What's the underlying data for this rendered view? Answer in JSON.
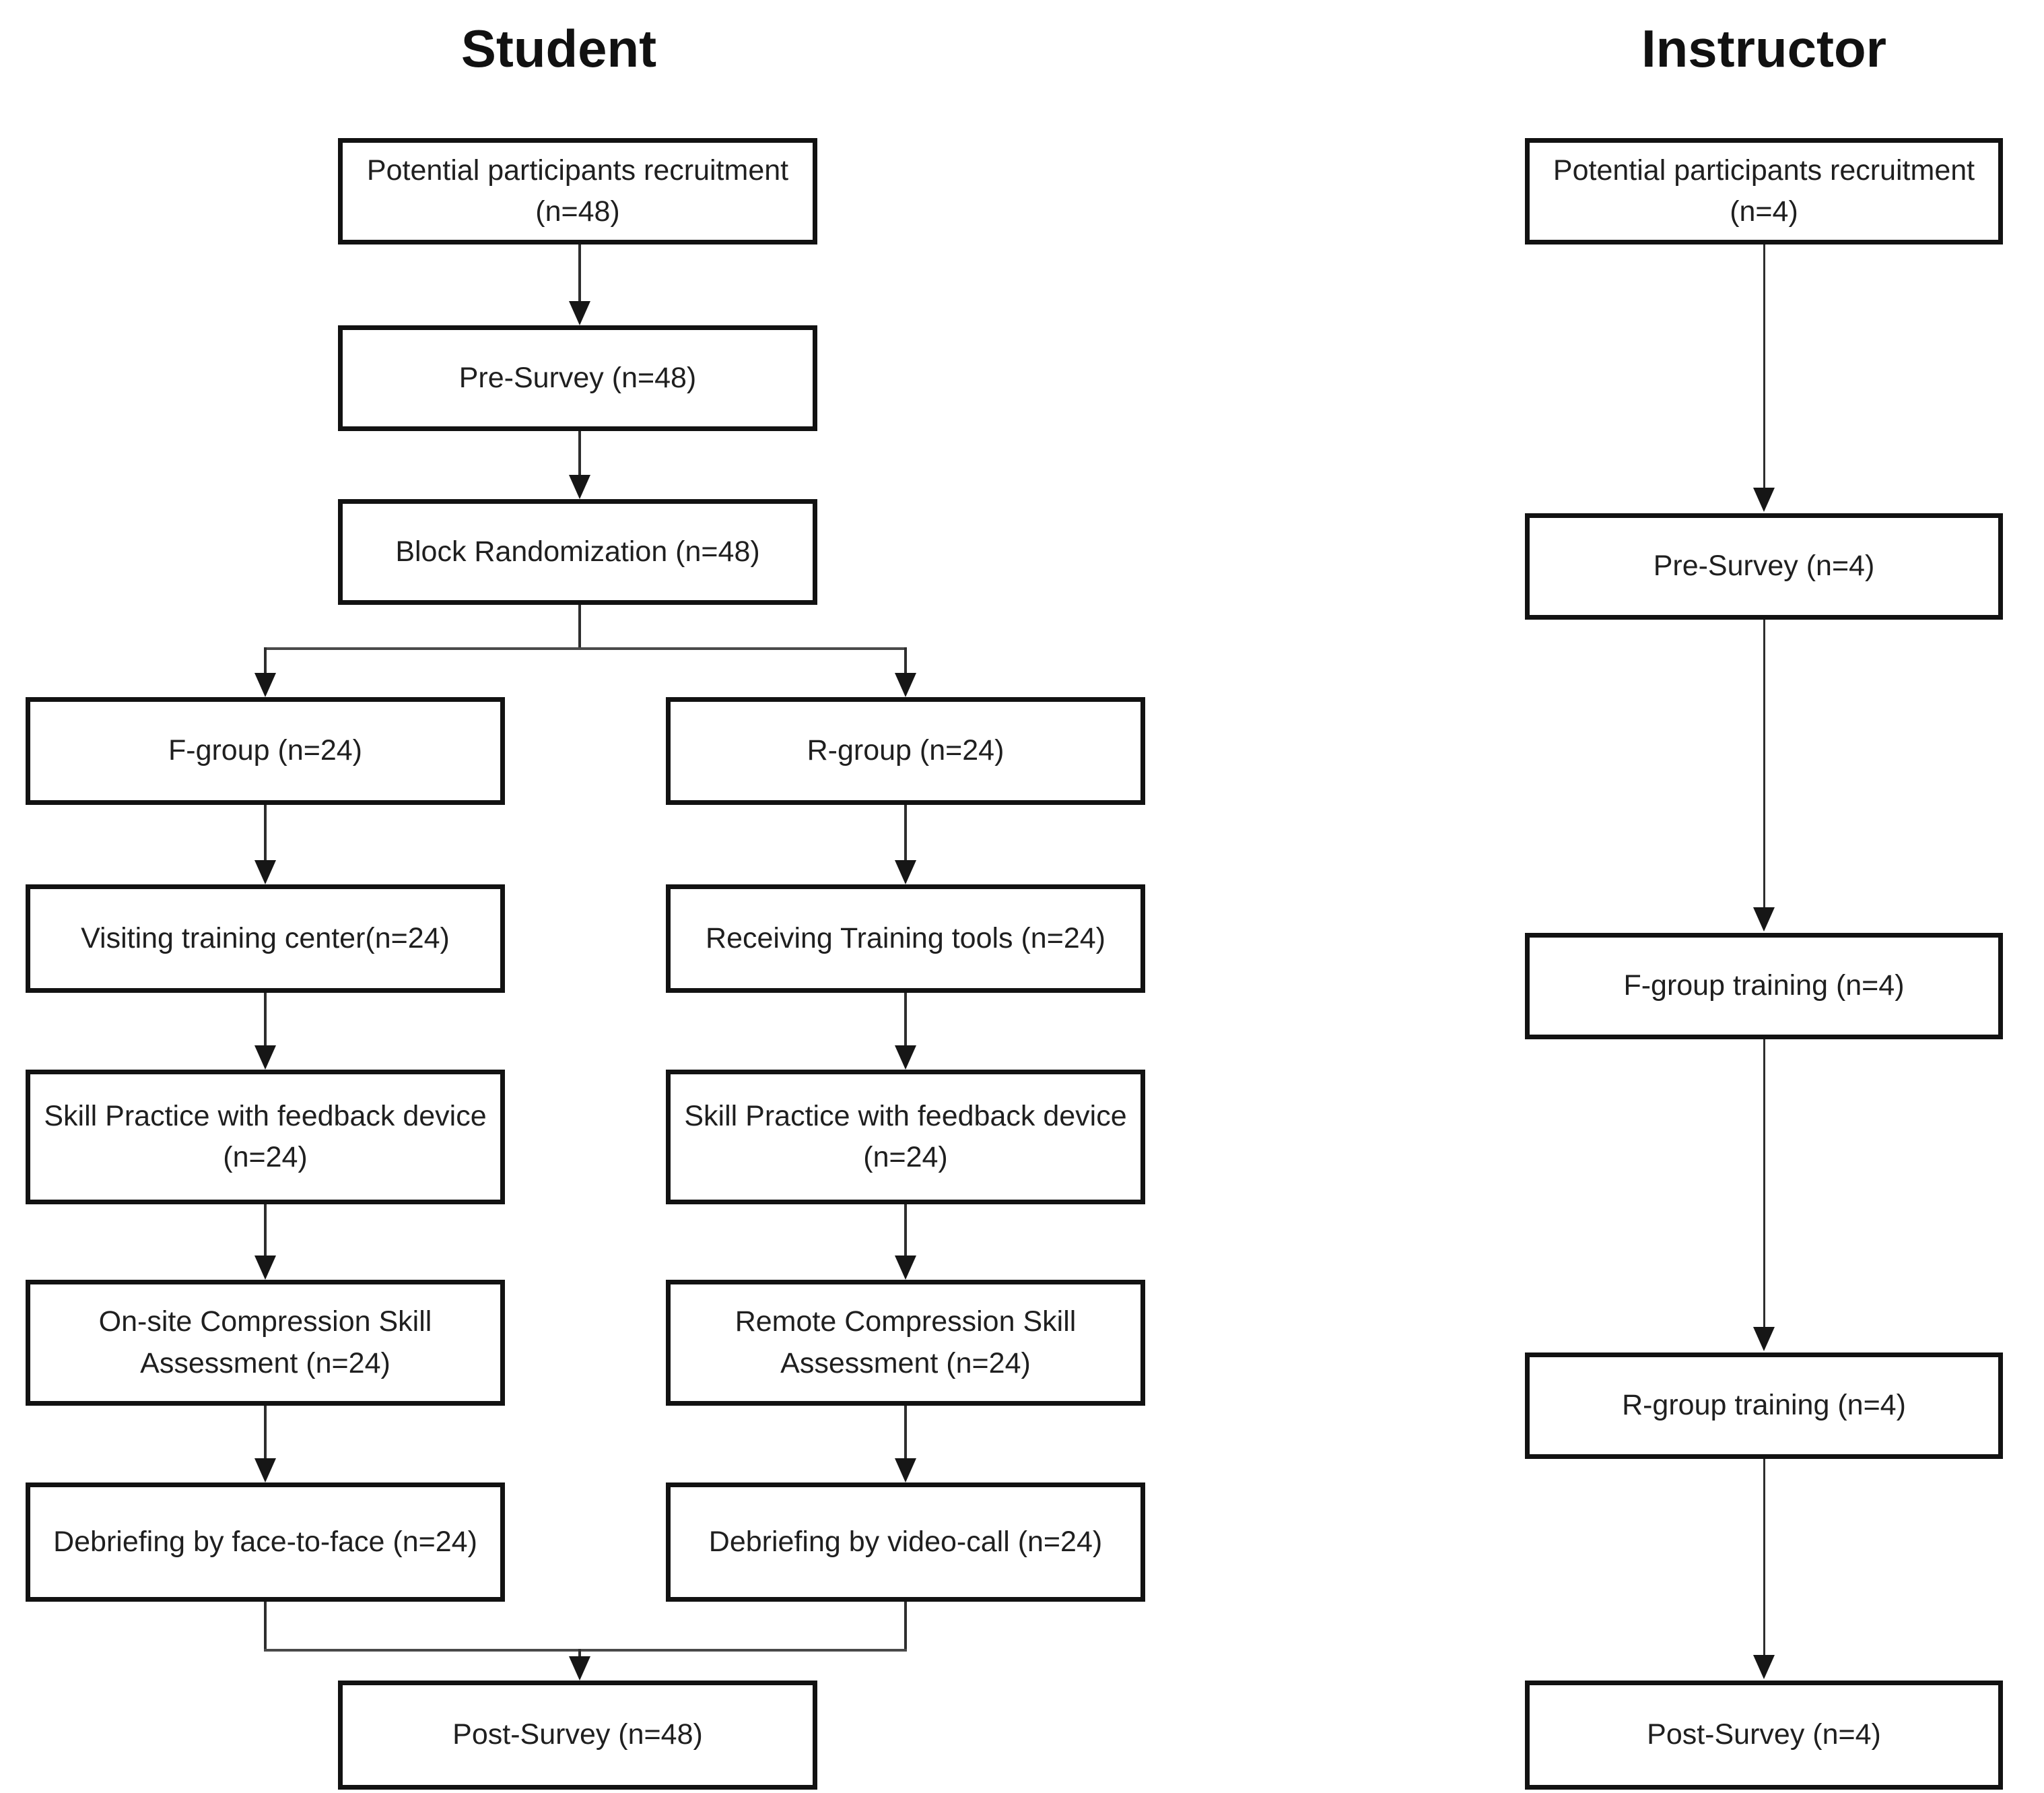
{
  "figure": {
    "student": {
      "title": "Student",
      "recruitment": "Potential participants recruitment (n=48)",
      "pre_survey": "Pre-Survey (n=48)",
      "randomization": "Block Randomization (n=48)",
      "f_group": "F-group (n=24)",
      "r_group": "R-group (n=24)",
      "visiting_training_center": "Visiting training center(n=24)",
      "receiving_training_tools": "Receiving Training tools (n=24)",
      "skill_practice_f": "Skill Practice with feedback device (n=24)",
      "skill_practice_r": "Skill Practice with feedback device (n=24)",
      "assessment_onsite": "On-site Compression Skill Assessment (n=24)",
      "assessment_remote": "Remote Compression Skill Assessment (n=24)",
      "debriefing_face_to_face": "Debriefing by face-to-face (n=24)",
      "debriefing_video_call": "Debriefing by video-call  (n=24)",
      "post_survey": "Post-Survey (n=48)"
    },
    "instructor": {
      "title": "Instructor",
      "recruitment": "Potential participants recruitment (n=4)",
      "pre_survey": "Pre-Survey (n=4)",
      "f_group_training": "F-group training (n=4)",
      "r_group_training": "R-group training (n=4)",
      "post_survey": "Post-Survey (n=4)"
    },
    "colors": {
      "box_border": "#121212",
      "text": "#1f1f1f",
      "connector_line": "#2e2e2e",
      "background": "#ffffff"
    }
  }
}
